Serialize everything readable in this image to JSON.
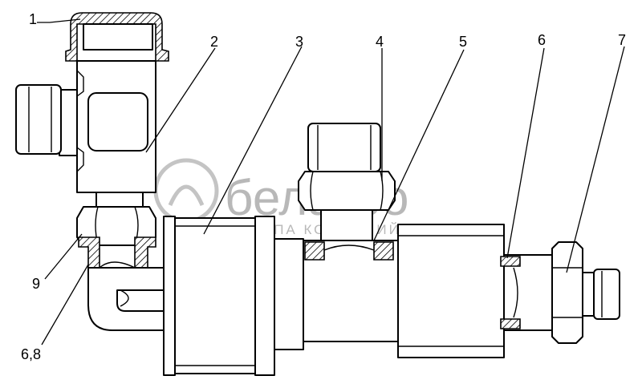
{
  "callouts": [
    "1",
    "2",
    "3",
    "4",
    "5",
    "6",
    "7",
    "9",
    "6,8"
  ],
  "watermark": {
    "brand": "белагро",
    "tagline": "ГРУППА КОМПАНИЙ"
  },
  "colors": {
    "line": "#000000",
    "background": "#ffffff",
    "watermark": "#b8b8b8"
  }
}
